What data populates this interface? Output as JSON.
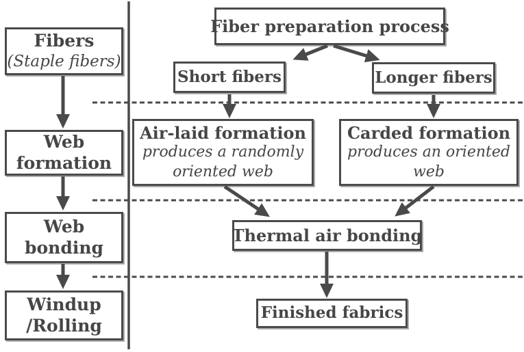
{
  "colors": {
    "ink": "#4a4a4a",
    "background": "#ffffff",
    "box_shadow": "#ababab"
  },
  "left_column": {
    "boxes": [
      {
        "line1": "Fibers",
        "line2": "(Staple fibers)"
      },
      {
        "line1": "Web",
        "line2": "formation"
      },
      {
        "line1": "Web",
        "line2": "bonding"
      },
      {
        "line1": "Windup",
        "line2": "/Rolling"
      }
    ]
  },
  "right_flow": {
    "title": "Fiber preparation process",
    "branches": [
      {
        "label": "Short fibers"
      },
      {
        "label": "Longer fibers"
      }
    ],
    "formations": [
      {
        "title": "Air-laid formation",
        "desc1": "produces a randomly",
        "desc2": "oriented web"
      },
      {
        "title": "Carded formation",
        "desc1": "produces an oriented",
        "desc2": "web"
      }
    ],
    "bonding": "Thermal air bonding",
    "output": "Finished fabrics"
  },
  "connections": [
    {
      "from": "fibers",
      "to": "web-formation"
    },
    {
      "from": "web-formation",
      "to": "web-bonding"
    },
    {
      "from": "web-bonding",
      "to": "windup-rolling"
    },
    {
      "from": "fiber-preparation-process",
      "to": "short-fibers"
    },
    {
      "from": "fiber-preparation-process",
      "to": "longer-fibers"
    },
    {
      "from": "short-fibers",
      "to": "air-laid-formation"
    },
    {
      "from": "longer-fibers",
      "to": "carded-formation"
    },
    {
      "from": "air-laid-formation",
      "to": "thermal-air-bonding"
    },
    {
      "from": "carded-formation",
      "to": "thermal-air-bonding"
    },
    {
      "from": "thermal-air-bonding",
      "to": "finished-fabrics"
    }
  ]
}
